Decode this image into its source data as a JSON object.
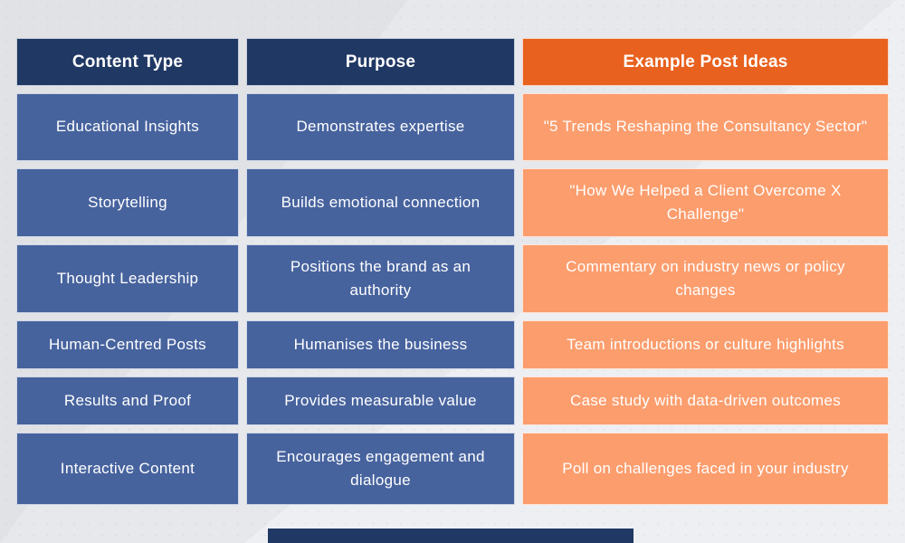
{
  "table": {
    "columns": [
      {
        "label": "Content Type"
      },
      {
        "label": "Purpose"
      },
      {
        "label": "Example Post Ideas"
      }
    ],
    "rows": [
      {
        "content_type": "Educational Insights",
        "purpose": "Demonstrates expertise",
        "example": "\"5 Trends Reshaping the Consultancy Sector\""
      },
      {
        "content_type": "Storytelling",
        "purpose": "Builds emotional connection",
        "example": "\"How We Helped a Client Overcome X Challenge\""
      },
      {
        "content_type": "Thought Leadership",
        "purpose": "Positions the brand as an authority",
        "example": "Commentary on industry news or policy changes"
      },
      {
        "content_type": "Human-Centred Posts",
        "purpose": "Humanises the business",
        "example": "Team introductions or culture highlights"
      },
      {
        "content_type": "Results and Proof",
        "purpose": "Provides measurable value",
        "example": "Case study with data-driven outcomes"
      },
      {
        "content_type": "Interactive Content",
        "purpose": "Encourages engagement and dialogue",
        "example": "Poll on challenges faced in your industry"
      }
    ]
  },
  "colors": {
    "header_navy": "#203864",
    "header_orange": "#e8611f",
    "body_blue": "#47639e",
    "body_orange": "#fc9d6d",
    "text": "#ffffff",
    "background": "#e0e2e6",
    "accent_bar": "#203864"
  }
}
